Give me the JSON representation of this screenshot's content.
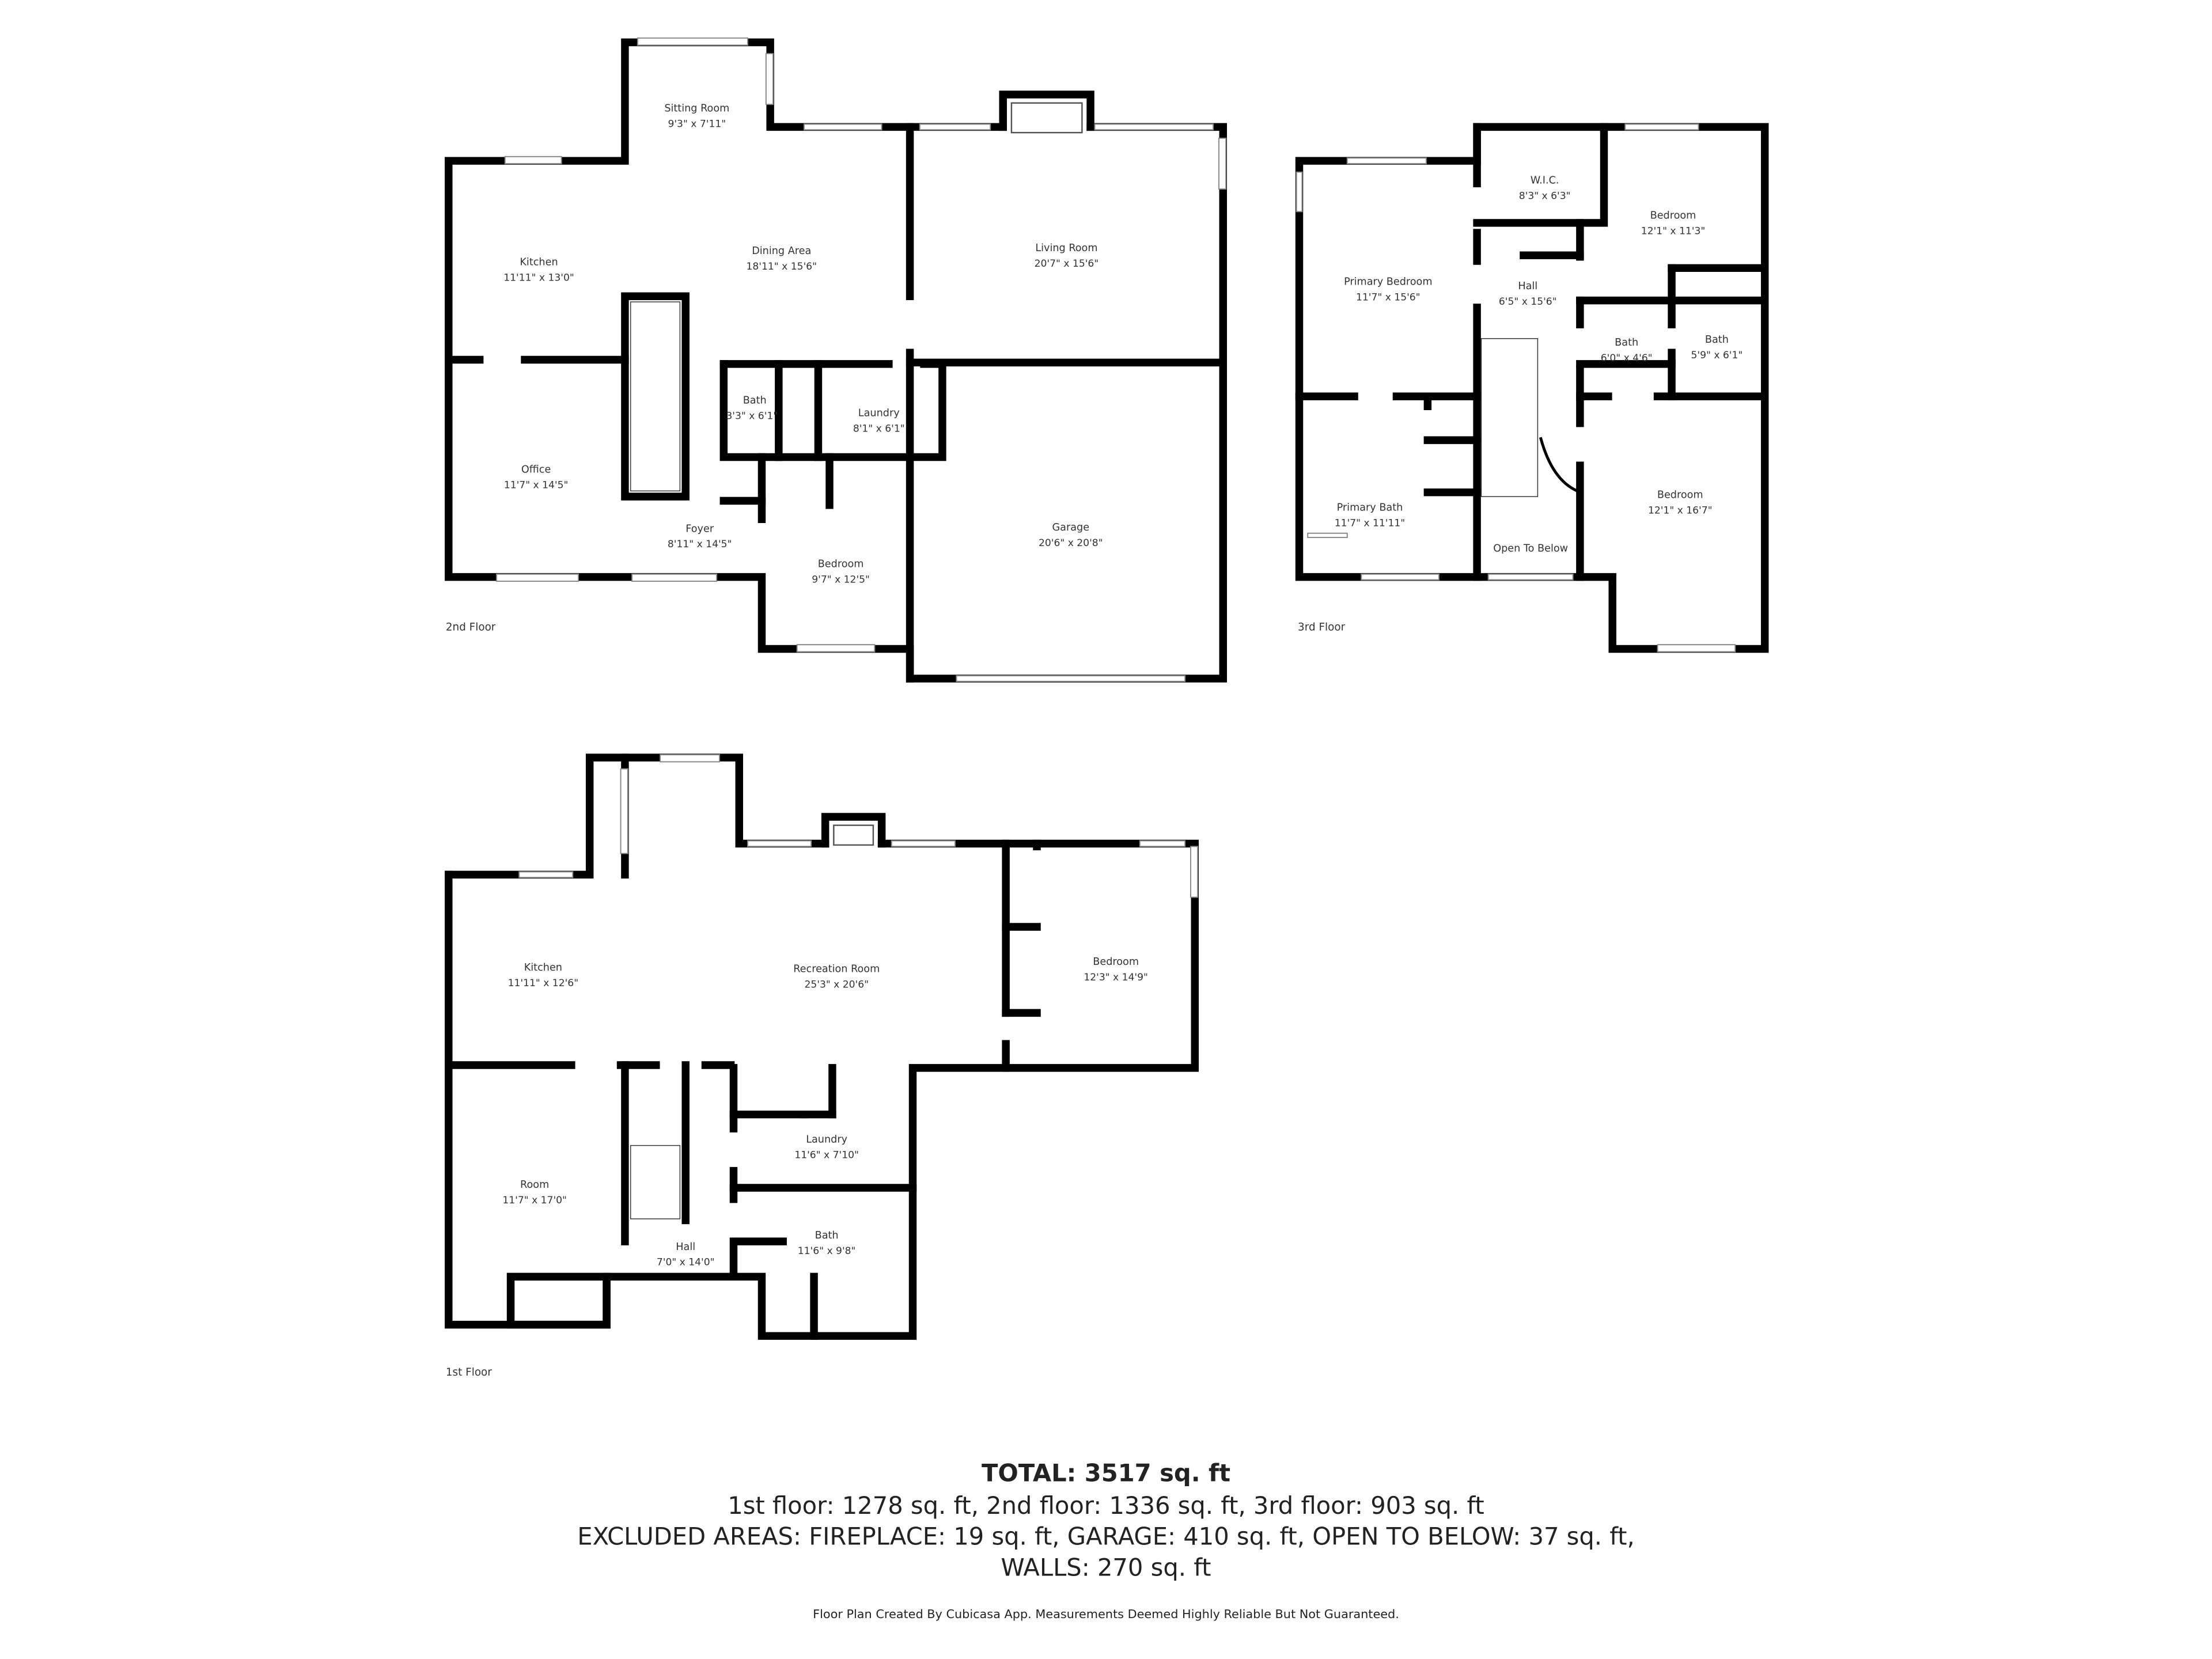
{
  "floors": {
    "second": {
      "label": "2nd Floor",
      "rooms": [
        {
          "name": "Sitting Room",
          "dims": "9'3\" x 7'11\""
        },
        {
          "name": "Kitchen",
          "dims": "11'11\" x 13'0\""
        },
        {
          "name": "Dining Area",
          "dims": "18'11\" x 15'6\""
        },
        {
          "name": "Living Room",
          "dims": "20'7\" x 15'6\""
        },
        {
          "name": "Office",
          "dims": "11'7\" x 14'5\""
        },
        {
          "name": "Bath",
          "dims": "3'3\" x 6'1\""
        },
        {
          "name": "Laundry",
          "dims": "8'1\" x 6'1\""
        },
        {
          "name": "Foyer",
          "dims": "8'11\" x 14'5\""
        },
        {
          "name": "Bedroom",
          "dims": "9'7\" x 12'5\""
        },
        {
          "name": "Garage",
          "dims": "20'6\" x 20'8\""
        }
      ]
    },
    "third": {
      "label": "3rd Floor",
      "rooms": [
        {
          "name": "W.I.C.",
          "dims": "8'3\" x 6'3\""
        },
        {
          "name": "Bedroom",
          "dims": "12'1\" x 11'3\""
        },
        {
          "name": "Primary Bedroom",
          "dims": "11'7\" x 15'6\""
        },
        {
          "name": "Hall",
          "dims": "6'5\" x 15'6\""
        },
        {
          "name": "Bath",
          "dims": "6'0\" x 4'6\""
        },
        {
          "name": "Bath",
          "dims": "5'9\" x 6'1\""
        },
        {
          "name": "Primary Bath",
          "dims": "11'7\" x 11'11\""
        },
        {
          "name": "Bedroom",
          "dims": "12'1\" x 16'7\""
        },
        {
          "name": "Open To Below",
          "dims": ""
        }
      ]
    },
    "first": {
      "label": "1st Floor",
      "rooms": [
        {
          "name": "Kitchen",
          "dims": "11'11\" x 12'6\""
        },
        {
          "name": "Recreation Room",
          "dims": "25'3\" x 20'6\""
        },
        {
          "name": "Bedroom",
          "dims": "12'3\" x 14'9\""
        },
        {
          "name": "Laundry",
          "dims": "11'6\" x 7'10\""
        },
        {
          "name": "Room",
          "dims": "11'7\" x 17'0\""
        },
        {
          "name": "Bath",
          "dims": "11'6\" x 9'8\""
        },
        {
          "name": "Hall",
          "dims": "7'0\" x 14'0\""
        }
      ]
    }
  },
  "summary": {
    "total": "TOTAL: 3517 sq. ft",
    "floors_line": "1st floor: 1278 sq. ft, 2nd floor: 1336 sq. ft, 3rd floor: 903 sq. ft",
    "excluded_line": "EXCLUDED AREAS: FIREPLACE: 19 sq. ft, GARAGE: 410 sq. ft, OPEN TO BELOW: 37 sq. ft,",
    "walls_line": "WALLS: 270 sq. ft",
    "disclaimer": "Floor Plan Created By Cubicasa App. Measurements Deemed Highly Reliable But Not Guaranteed."
  }
}
